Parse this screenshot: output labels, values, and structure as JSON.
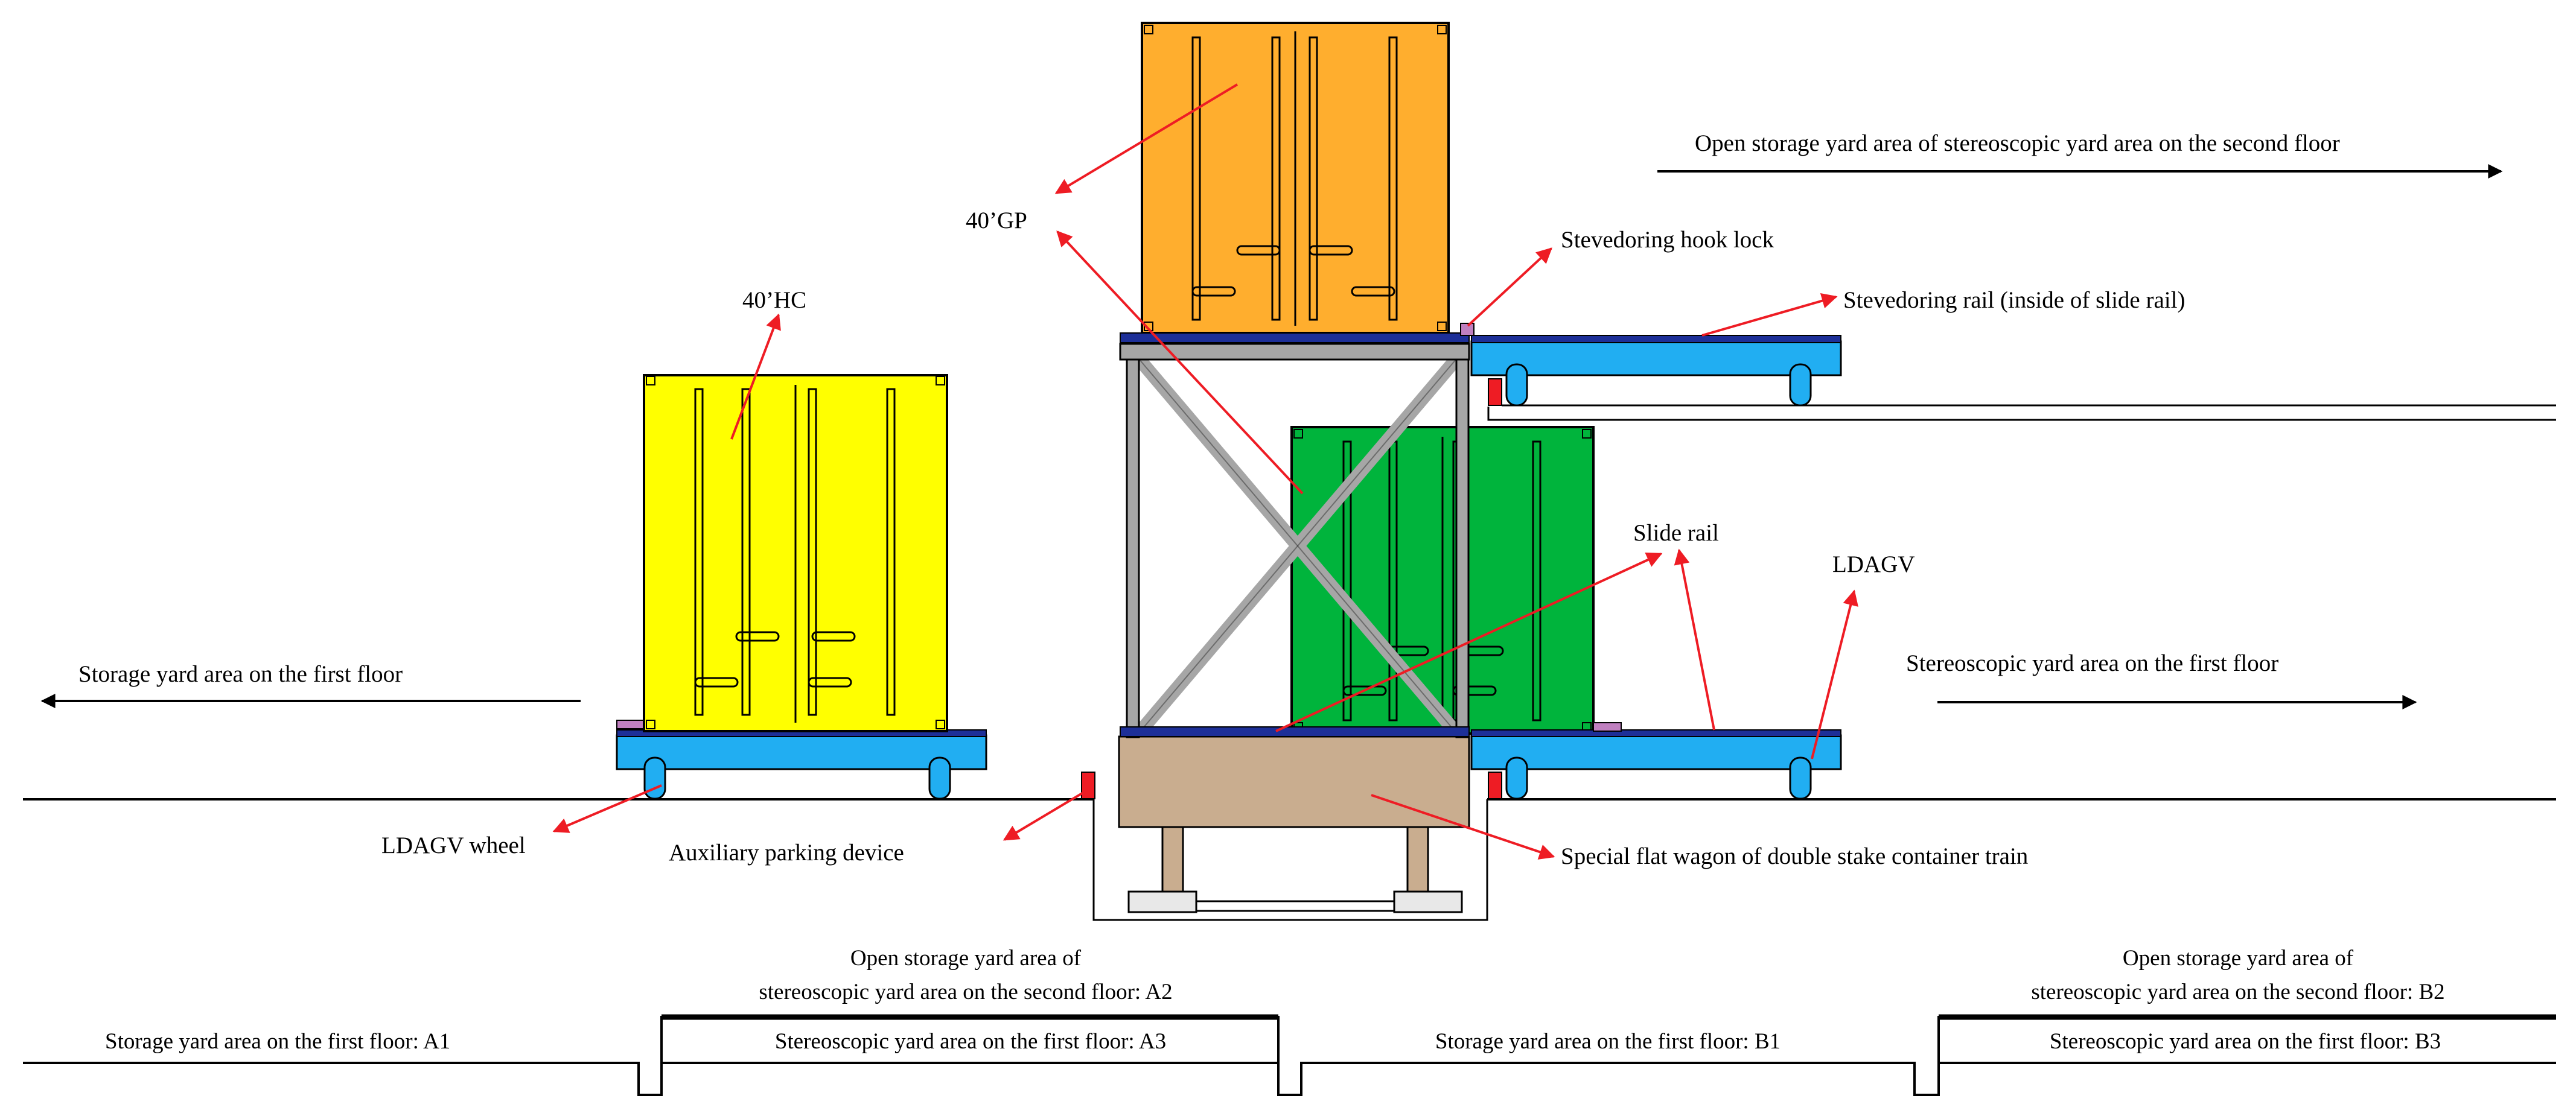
{
  "colors": {
    "container_40hc": "#ffff00",
    "container_40gp": "#ffae2e",
    "container_green": "#00b43c",
    "agv_body": "#21aef2",
    "agv_deck": "#1d2f98",
    "frame": "#a6a6a6",
    "wagon": "#c9ad8f",
    "parking_device": "#ee1c24",
    "arrow_red": "#ee1c24",
    "hook_lock": "#c080c0"
  },
  "labels": {
    "container_40gp": "40’GP",
    "container_40hc": "40’HC",
    "hook_lock": "Stevedoring hook lock",
    "stevedoring_rail": "Stevedoring rail (inside of slide rail)",
    "open_storage_second_floor": "Open storage yard area of stereoscopic yard area on the second floor",
    "slide_rail": "Slide rail",
    "ldagv": "LDAGV",
    "storage_first_floor": "Storage yard area on the first floor",
    "stereoscopic_first_floor": "Stereoscopic yard area on the first floor",
    "ldagv_wheel": "LDAGV wheel",
    "auxiliary_parking": "Auxiliary parking device",
    "flat_wagon": "Special flat wagon of double stake container train"
  },
  "zones": {
    "a1": "Storage yard area on the first floor: A1",
    "a2_line1": "Open storage yard area of",
    "a2_line2": "stereoscopic yard area on the second floor: A2",
    "a3": "Stereoscopic yard area on the first floor: A3",
    "b1": "Storage yard area on the first floor: B1",
    "b2_line1": "Open storage yard area of",
    "b2_line2": "stereoscopic yard area on the second floor: B2",
    "b3": "Stereoscopic yard area on the first floor: B3"
  }
}
